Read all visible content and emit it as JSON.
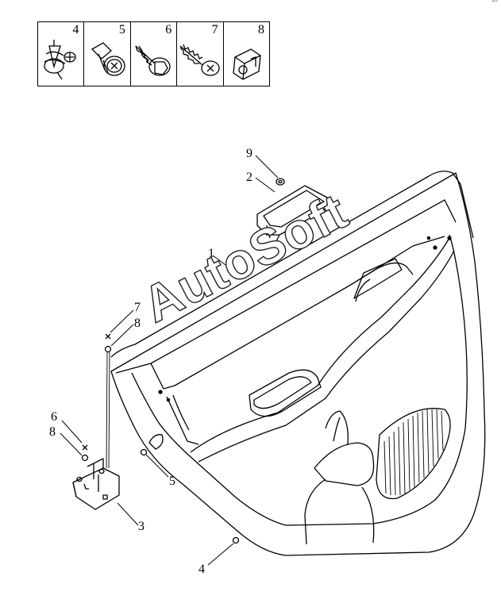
{
  "legend": {
    "items": [
      {
        "number": "4",
        "icon": "push-clip-icon"
      },
      {
        "number": "5",
        "icon": "trim-clip-icon"
      },
      {
        "number": "6",
        "icon": "flange-screw-icon"
      },
      {
        "number": "7",
        "icon": "tapping-screw-icon"
      },
      {
        "number": "8",
        "icon": "clip-nut-icon"
      }
    ]
  },
  "callouts": {
    "c1": "1",
    "c2": "2",
    "c3": "3",
    "c4": "4",
    "c5": "5",
    "c6": "6",
    "c7": "7",
    "c8a": "8",
    "c8b": "8",
    "c9": "9"
  },
  "watermark": "AutoSoft",
  "corner_mark": "”″"
}
